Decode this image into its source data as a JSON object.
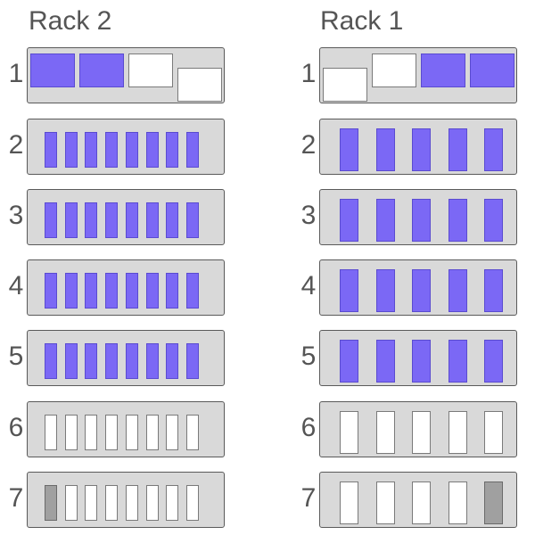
{
  "colors": {
    "filled": "#7b68f5",
    "empty": "#ffffff",
    "gray": "#a0a0a0",
    "tray": "#d9d9d9"
  },
  "racks": [
    {
      "title": "Rack 2",
      "rows": [
        {
          "label": "1",
          "kind": "wide",
          "slots": [
            "filled",
            "filled",
            "empty",
            "empty"
          ]
        },
        {
          "label": "2",
          "kind": "narrow",
          "slots": [
            "filled",
            "filled",
            "filled",
            "filled",
            "filled",
            "filled",
            "filled",
            "filled"
          ]
        },
        {
          "label": "3",
          "kind": "narrow",
          "slots": [
            "filled",
            "filled",
            "filled",
            "filled",
            "filled",
            "filled",
            "filled",
            "filled"
          ]
        },
        {
          "label": "4",
          "kind": "narrow",
          "slots": [
            "filled",
            "filled",
            "filled",
            "filled",
            "filled",
            "filled",
            "filled",
            "filled"
          ]
        },
        {
          "label": "5",
          "kind": "narrow",
          "slots": [
            "filled",
            "filled",
            "filled",
            "filled",
            "filled",
            "filled",
            "filled",
            "filled"
          ]
        },
        {
          "label": "6",
          "kind": "narrow",
          "slots": [
            "empty",
            "empty",
            "empty",
            "empty",
            "empty",
            "empty",
            "empty",
            "empty"
          ]
        },
        {
          "label": "7",
          "kind": "narrow",
          "slots": [
            "gray",
            "empty",
            "empty",
            "empty",
            "empty",
            "empty",
            "empty",
            "empty"
          ]
        }
      ]
    },
    {
      "title": "Rack 1",
      "rows": [
        {
          "label": "1",
          "kind": "wide",
          "slots": [
            "empty",
            "empty",
            "filled",
            "filled"
          ]
        },
        {
          "label": "2",
          "kind": "medium",
          "slots": [
            "filled",
            "filled",
            "filled",
            "filled",
            "filled"
          ]
        },
        {
          "label": "3",
          "kind": "medium",
          "slots": [
            "filled",
            "filled",
            "filled",
            "filled",
            "filled"
          ]
        },
        {
          "label": "4",
          "kind": "medium",
          "slots": [
            "filled",
            "filled",
            "filled",
            "filled",
            "filled"
          ]
        },
        {
          "label": "5",
          "kind": "medium",
          "slots": [
            "filled",
            "filled",
            "filled",
            "filled",
            "filled"
          ]
        },
        {
          "label": "6",
          "kind": "medium",
          "slots": [
            "empty",
            "empty",
            "empty",
            "empty",
            "empty"
          ]
        },
        {
          "label": "7",
          "kind": "medium",
          "slots": [
            "empty",
            "empty",
            "empty",
            "empty",
            "gray"
          ]
        }
      ]
    }
  ]
}
